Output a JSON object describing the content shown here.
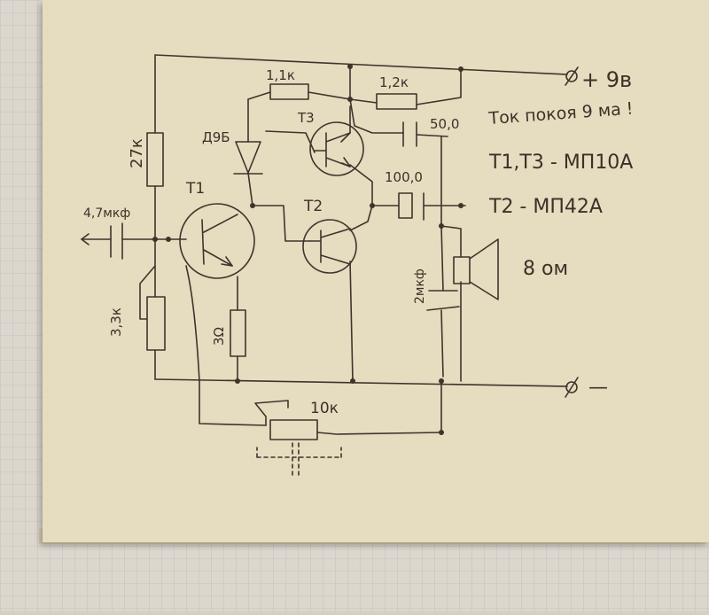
{
  "labels": {
    "r1": "1,1к",
    "r2": "1,2к",
    "r3": "27к",
    "r4": "3,3к",
    "r5": "3Ω",
    "r6": "10к",
    "c1": "4,7мкф",
    "c2": "50,0",
    "c3": "100,0",
    "c4": "2мкф",
    "diode": "Д9Б",
    "t1": "T1",
    "t2": "T2",
    "t3": "T3",
    "plus": "+ 9в",
    "minus": "—",
    "speaker": "8 ом"
  },
  "notes": {
    "current": "Ток покоя 9 ма !",
    "line1": "T1,T3 - МП10А",
    "line2": "T2   - МП42А"
  },
  "colors": {
    "ink": "#3d352a",
    "paper": "#e6dcc0"
  }
}
